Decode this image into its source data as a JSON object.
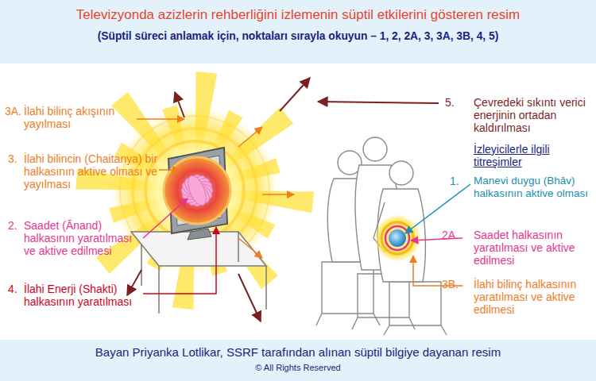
{
  "diagram": {
    "title": "Televizyonda azizlerin rehberliğini izlemenin süptil etkilerini gösteren resim",
    "caption": "Bayan Priyanka Lotlikar, SSRF tarafından alınan süptil bilgiye dayanan resim",
    "labels": [
      "(Süptil süreci anlamak için, noktaları sırayla okuyun – 1, 2, 2A, 3, 3A, 3B, 4, 5)",
      "3A.",
      "İlahi bilinç akışının yayılması",
      "3.",
      "İlahi bilincin (Chaitanya) bir halkasının aktive olması ve yayılması",
      "2.",
      "Saadet (Ānand) halkasının yaratılması ve aktive edilmesi",
      "4.",
      "İlahi Enerji (Shakti) halkasının yaratılması",
      "5.",
      "Çevredeki sıkıntı verici enerjinin ortadan kaldırılması",
      "İzleyicilerle ilgili titreşimler",
      "1.",
      "Manevi duygu (Bhāv) halkasının aktive olması",
      "2A.",
      "Saadet halkasının yaratılması ve aktive edilmesi",
      "3B.",
      "İlahi bilinç halkasının yaratılması ve aktive edilmesi",
      "© All Rights Reserved"
    ]
  }
}
